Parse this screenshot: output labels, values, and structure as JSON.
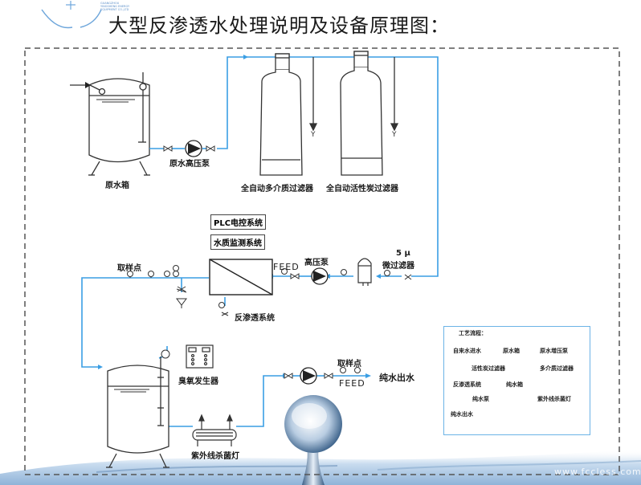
{
  "header": {
    "title": "大型反渗透水处理说明及设备原理图：",
    "logo_text": [
      "GUANGZHOU",
      "YINGSHENG ENERGY",
      "EQUIPMENT CO.,LTD"
    ]
  },
  "equipment": {
    "raw_tank": "原水箱",
    "raw_pump": "原水高压泵",
    "multimedia_filter": "全自动多介质过滤器",
    "carbon_filter": "全自动活性炭过滤器",
    "drain_label": "Y",
    "plc": "PLC电控系统",
    "water_monitor": "水质监测系统",
    "sample_point": "取样点",
    "feed": "FEED",
    "hp_pump": "高压泵",
    "micro_filter_size": "5 μ",
    "micro_filter": "微过滤器",
    "ro_system": "反渗透系统",
    "ozone_generator": "臭氧发生器",
    "uv_lamp": "紫外线杀菌灯",
    "pure_out_sample": "取样点",
    "pure_out_feed": "FEED",
    "pure_water_out": "纯水出水"
  },
  "process_flow": {
    "title": "工艺流程：",
    "steps": [
      "自来水进水",
      "原水箱",
      "原水增压泵",
      "多介质过滤器",
      "活性炭过滤器",
      "反渗透系统",
      "纯水箱",
      "紫外线杀菌灯",
      "纯水泵",
      "纯水出水"
    ]
  },
  "watermark": "www.fccless.com",
  "colors": {
    "pipe": "#3a9ee4",
    "border_dash": "#555555",
    "flow_box_border": "#6cb3e6",
    "line": "#333333"
  }
}
